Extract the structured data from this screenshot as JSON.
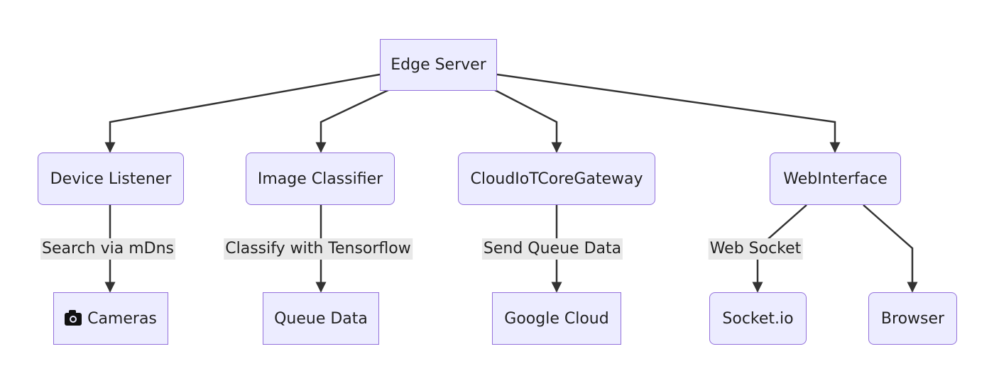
{
  "nodes": {
    "edge_server": "Edge Server",
    "device_listener": "Device Listener",
    "image_classifier": "Image Classifier",
    "cloud_iot_gateway": "CloudIoTCoreGateway",
    "web_interface": "WebInterface",
    "cameras": "Cameras",
    "cameras_icon": "camera-icon",
    "queue_data": "Queue Data",
    "google_cloud": "Google Cloud",
    "socket_io": "Socket.io",
    "browser": "Browser"
  },
  "edge_labels": {
    "search_mdns": "Search via mDns",
    "classify_tensorflow": "Classify with Tensorflow",
    "send_queue_data": "Send Queue Data",
    "web_socket": "Web Socket"
  },
  "colors": {
    "node_fill": "#ececff",
    "node_border": "#9370db",
    "edge": "#333333",
    "label_bg": "#e8e8e8"
  }
}
